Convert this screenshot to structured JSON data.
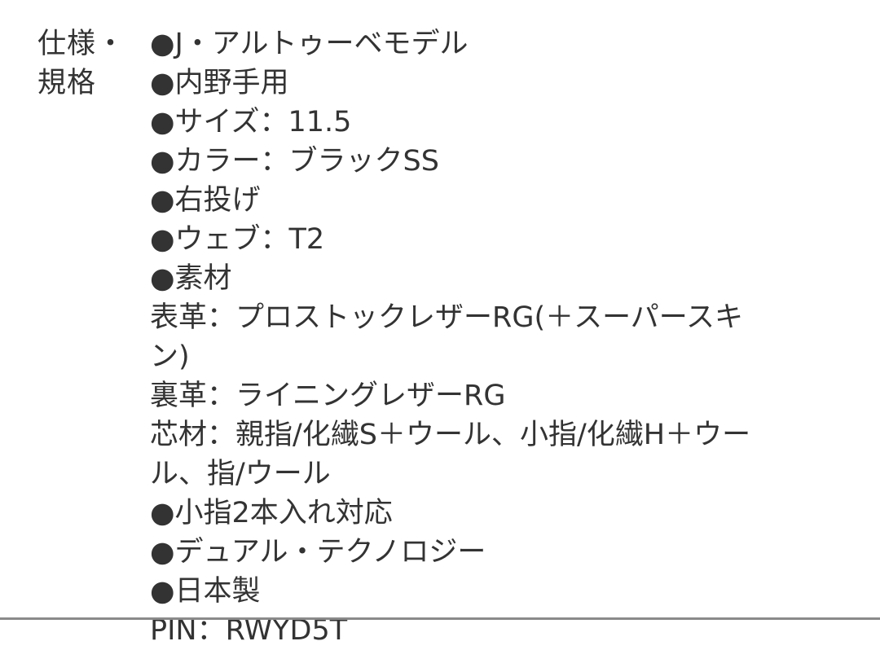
{
  "spec": {
    "label": "仕様・規格",
    "lines": [
      "●J・アルトゥーベモデル",
      "●内野手用",
      "●サイズ：11.5",
      "●カラー：ブラックSS",
      "●右投げ",
      "●ウェブ：T2",
      "●素材",
      "表革：プロストックレザーRG(＋スーパースキ",
      "ン)",
      "裏革：ライニングレザーRG",
      "芯材：親指/化繊S＋ウール、小指/化繊H＋ウー",
      "ル、指/ウール",
      "●小指2本入れ対応",
      "●デュアル・テクノロジー",
      "●日本製",
      "PIN：RWYD5T"
    ]
  }
}
